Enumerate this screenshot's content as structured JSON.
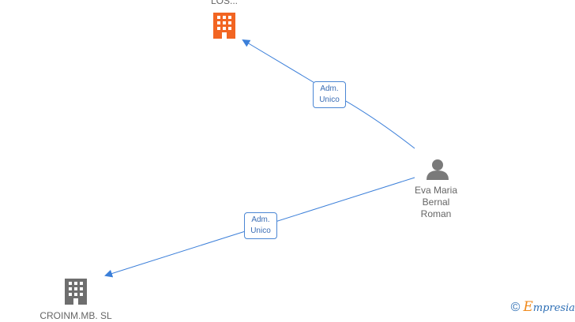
{
  "nodes": {
    "top_company": {
      "label": "LOS...",
      "icon": "building-icon",
      "color": "#f26522"
    },
    "bottom_company": {
      "label": "CROINM.MB. SL",
      "icon": "building-icon",
      "color": "#6e6e6e"
    },
    "person": {
      "name_lines": [
        "Eva Maria",
        "Bernal",
        "Roman"
      ],
      "icon": "person-icon",
      "color": "#7a7a7a"
    }
  },
  "edges": [
    {
      "from": "person",
      "to": "top_company",
      "label_lines": [
        "Adm.",
        "Unico"
      ]
    },
    {
      "from": "person",
      "to": "bottom_company",
      "label_lines": [
        "Adm.",
        "Unico"
      ]
    }
  ],
  "edge_color": "#3b7fd9",
  "watermark": {
    "copyright_symbol": "©",
    "brand_initial": "E",
    "brand_rest": "mpresia"
  }
}
